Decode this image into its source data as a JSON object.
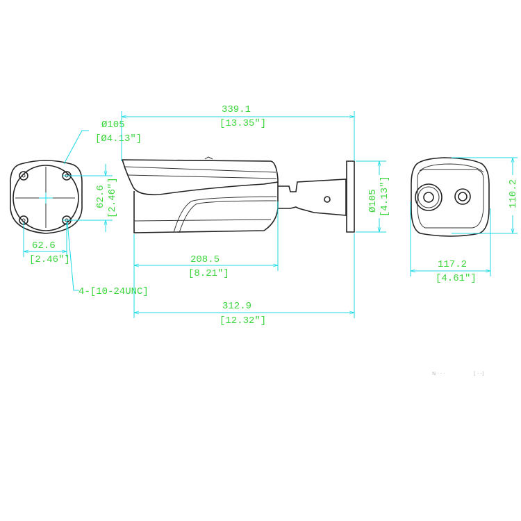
{
  "colors": {
    "dimension_line": "#19d9e6",
    "dimension_text": "#3bd63b",
    "outline": "#222222"
  },
  "back_view": {
    "diameter_mm": "Ø105",
    "diameter_in": "[Ø4.13\"]",
    "hole_spacing_v_mm": "62.6",
    "hole_spacing_v_in": "[2.46\"]",
    "hole_spacing_h_mm": "62.6",
    "hole_spacing_h_in": "[2.46\"]",
    "screw_spec": "4-[10-24UNC]"
  },
  "side_view": {
    "overall_length_mm": "339.1",
    "overall_length_in": "[13.35\"]",
    "body_length_mm": "208.5",
    "body_length_in": "[8.21\"]",
    "length_to_mount_mm": "312.9",
    "length_to_mount_in": "[12.32\"]",
    "mount_diameter_mm": "Ø105",
    "mount_diameter_in": "[4.13\"]"
  },
  "front_view": {
    "height_mm": "110.2",
    "width_mm": "117.2",
    "width_in": "[4.61\"]"
  },
  "footer": {
    "note_left": "N · ·  ·",
    "note_right": "[ ·  ·]"
  }
}
